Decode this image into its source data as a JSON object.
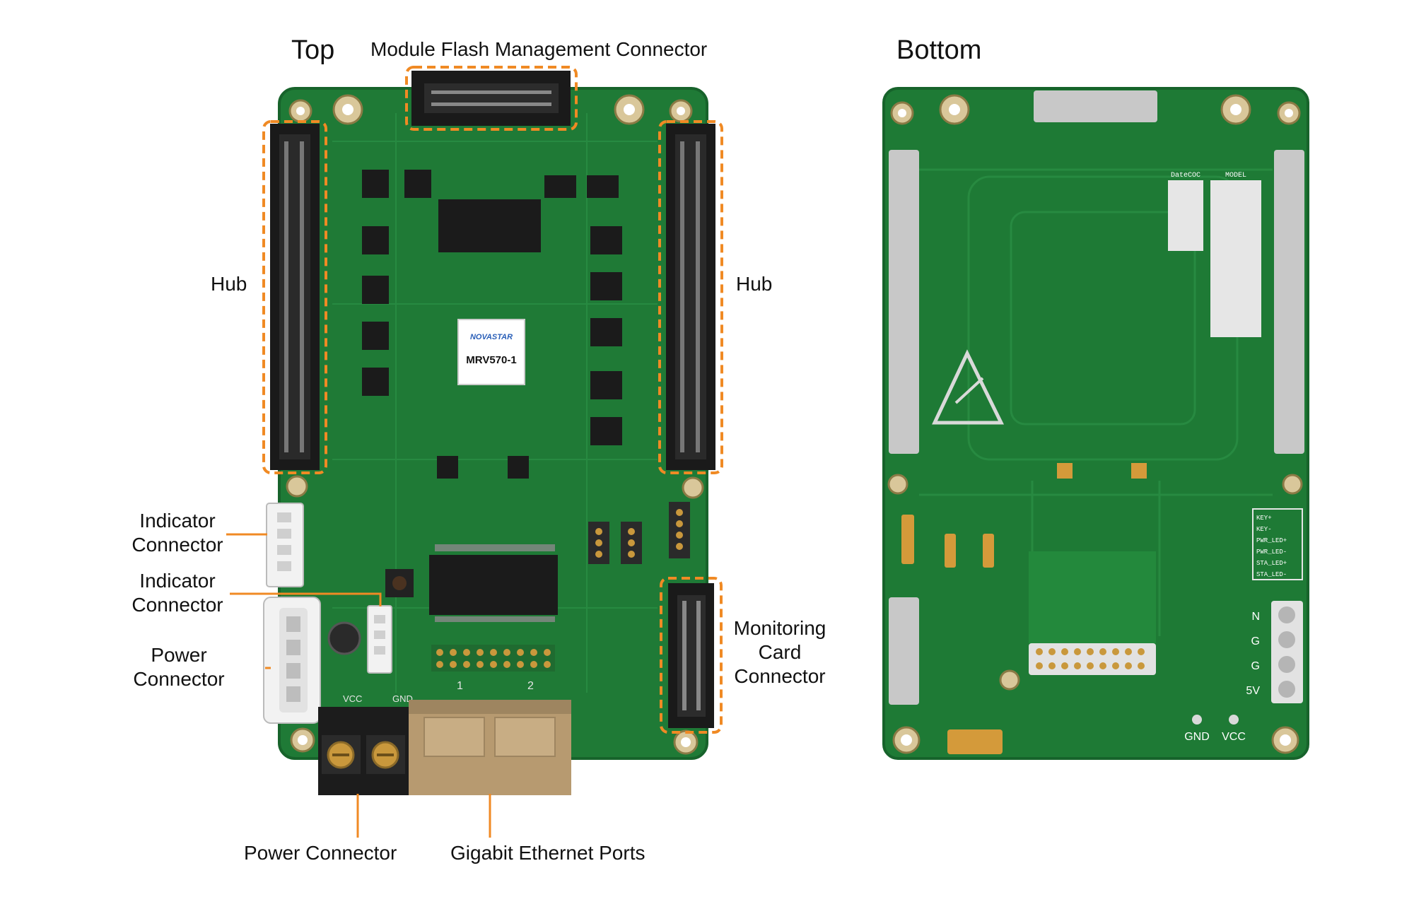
{
  "titles": {
    "top": "Top",
    "bottom": "Bottom"
  },
  "top_board": {
    "chip_brand": "NOVASTAR",
    "chip_model": "MRV570-1",
    "callouts": {
      "module_flash": "Module Flash Management Connector",
      "hub_left": "Hub",
      "hub_right": "Hub",
      "indicator1_line1": "Indicator",
      "indicator1_line2": "Connector",
      "indicator2_line1": "Indicator",
      "indicator2_line2": "Connector",
      "power_side_line1": "Power",
      "power_side_line2": "Connector",
      "monitoring_line1": "Monitoring",
      "monitoring_line2": "Card",
      "monitoring_line3": "Connector",
      "power_bottom": "Power Connector",
      "ethernet": "Gigabit Ethernet Ports"
    },
    "silkscreen": {
      "vcc": "VCC",
      "gnd": "GND",
      "port1": "1",
      "port2": "2"
    }
  },
  "bottom_board": {
    "silk_date": "DateCOC",
    "silk_model": "MODEL",
    "pin_labels": [
      "KEY+",
      "KEY-",
      "PWR_LED+",
      "PWR_LED-",
      "STA_LED+",
      "STA_LED-"
    ],
    "side_labels": [
      "N",
      "G",
      "G",
      "5V"
    ],
    "gnd": "GND",
    "vcc": "VCC"
  },
  "colors": {
    "pcb": "#1f7a36",
    "pcb_dark": "#155c27",
    "accent": "#f08a24",
    "connector": "#1a1a1a"
  }
}
